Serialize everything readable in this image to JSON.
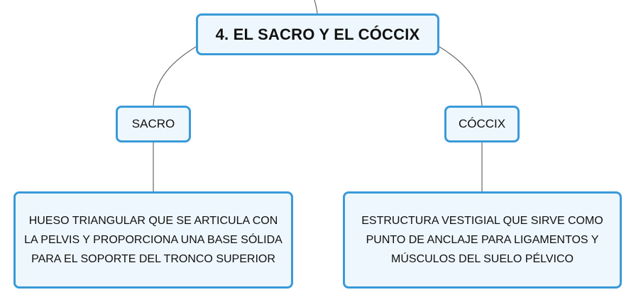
{
  "diagram": {
    "root": {
      "label": "4. EL SACRO Y EL CÓCCIX"
    },
    "branches": [
      {
        "label": "SACRO",
        "description": "HUESO TRIANGULAR QUE SE ARTICULA CON LA PELVIS Y PROPORCIONA UNA BASE SÓLIDA PARA EL SOPORTE DEL TRONCO SUPERIOR"
      },
      {
        "label": "CÓCCIX",
        "description": "ESTRUCTURA VESTIGIAL QUE SIRVE COMO PUNTO DE ANCLAJE PARA LIGAMENTOS Y MÚSCULOS DEL SUELO PÉLVICO"
      }
    ]
  },
  "colors": {
    "node_border": "#3a9ad9",
    "node_fill": "#eef7fd",
    "connector": "#666666",
    "text": "#111111"
  }
}
